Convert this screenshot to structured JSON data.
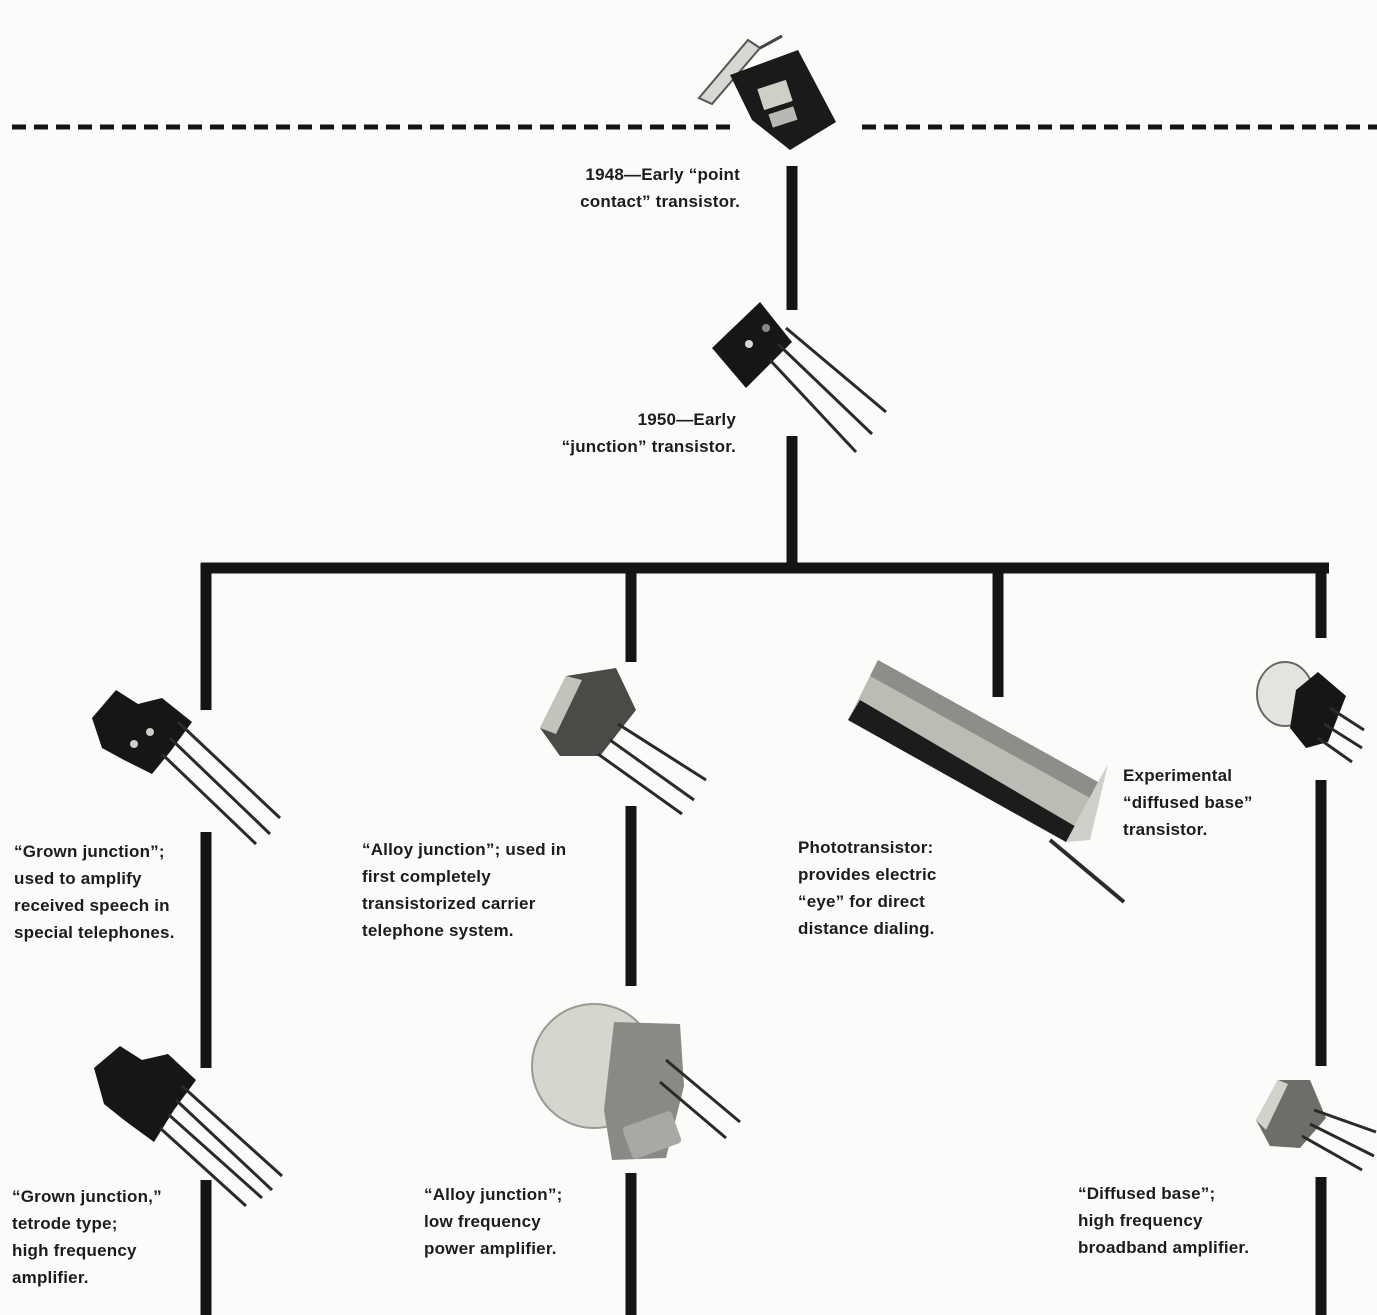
{
  "captions": {
    "point_contact": "1948—Early “point\ncontact” transistor.",
    "early_junction": "1950—Early\n“junction” transistor.",
    "grown_junction": "“Grown junction”;\nused to amplify\nreceived speech in\nspecial telephones.",
    "alloy_junction": "“Alloy junction”; used in\nfirst completely\ntransistorized carrier\ntelephone system.",
    "phototransistor": "Phototransistor:\nprovides electric\n“eye” for direct\ndistance dialing.",
    "experimental_diffused": "Experimental\n“diffused base”\ntransistor.",
    "grown_junction_tetrode": "“Grown junction,”\ntetrode type;\nhigh frequency\namplifier.",
    "alloy_junction_power": "“Alloy junction”;\nlow frequency\npower amplifier.",
    "diffused_base_broadband": "“Diffused base”;\nhigh frequency\nbroadband amplifier."
  },
  "colors": {
    "background": "#fbfbf9",
    "line": "#141414",
    "component_dark": "#161616",
    "metal_light": "#c9c9c4",
    "metal_mid": "#8e8e88",
    "lead": "#2a2a2a"
  },
  "icons": [
    "point-contact-transistor-icon",
    "junction-transistor-icon",
    "grown-junction-transistor-icon",
    "alloy-junction-transistor-icon",
    "phototransistor-icon",
    "diffused-base-transistor-icon",
    "tetrode-transistor-icon",
    "power-transistor-icon",
    "broadband-transistor-icon"
  ]
}
